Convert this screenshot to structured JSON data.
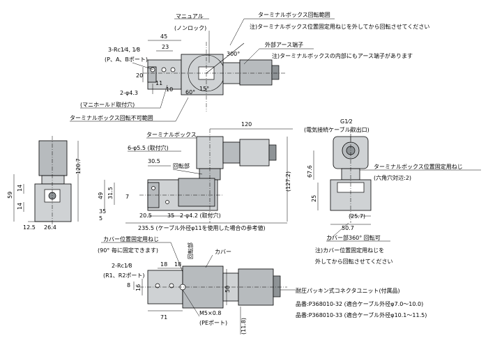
{
  "top_view": {
    "manual_label": "マニュアル",
    "manual_note": "(ノンロック)",
    "rotation_range_label": "ターミナルボックス回転範囲",
    "rotation_note": "注)ターミナルボックス位置固定用ねじを外してから回転させてください",
    "earth_label": "外部アース端子",
    "earth_note": "注)ターミナルボックスの内部にもアース端子があります",
    "port_label_1": "3-Rc1⁄4, 1⁄8",
    "port_label_2": "(P、A、Bポート)",
    "manifold_label_1": "2-φ4.3",
    "manifold_label_2": "(マニホールド取付穴)",
    "no_rotation_label": "ターミナルボックス回転不可範囲",
    "dim_45": "45",
    "dim_23": "23",
    "dim_20": "20",
    "dim_11": "11",
    "dim_10": "10",
    "angle_300": "300°",
    "angle_60": "60°",
    "angle_15": "15°"
  },
  "front_view": {
    "terminal_box_label": "ターミナルボックス",
    "mount_holes_label": "6-φ5.5 (取付穴)",
    "rotating_part_label": "回転部",
    "holes_2_label": "2-φ4.2 (取付穴)",
    "reference_note": "235.5 (ケーブル外径φ11を使用した場合の参考値)",
    "dim_120": "120",
    "dim_30_5": "30.5",
    "dim_127_2": "(127.2)",
    "dim_49": "49",
    "dim_31_5": "31.5",
    "dim_7": "7",
    "dim_35": "35",
    "dim_5": "5",
    "dim_20_5": "20.5",
    "dim_35b": "35"
  },
  "left_view": {
    "dim_120_7": "120.7",
    "dim_59": "59",
    "dim_14a": "14",
    "dim_14b": "14",
    "dim_12_5": "12.5",
    "dim_26_4": "26.4"
  },
  "right_view": {
    "g_label": "G1⁄2",
    "cable_outlet_label": "(電気接続ケーブル取出口)",
    "screw_label": "ターミナルボックス位置固定用ねじ",
    "hex_label": "(六角穴対辺:2)",
    "cover_rotate_label": "カバー部360° 回転可",
    "cover_note_1": "注)カバー位置固定用ねじを",
    "cover_note_2": "外してから回転させてください",
    "dim_67_6": "67.6",
    "dim_25": "25",
    "dim_25_7": "(25.7)",
    "dim_50_7": "50.7"
  },
  "bottom_view": {
    "cover_screw_label": "カバー位置固定用ねじ",
    "cover_screw_note": "(90° 毎に固定できます)",
    "rotating_part_label": "回転部",
    "cover_label": "カバー",
    "port_label_1": "2-Rc1⁄8",
    "port_label_2": "(R1、R2ポート)",
    "m5_label": "M5×0.8",
    "pe_label": "(PEポート)",
    "connector_label": "耐圧パッキン式コネクタユニット(付属品)",
    "part_1": "品番:P368010-32 (適合ケーブル外径φ7.0〜10.0)",
    "part_2": "品番:P368010-33 (適合ケーブル外径φ10.1〜11.5)",
    "dim_18a": "18",
    "dim_18b": "18",
    "dim_8": "8",
    "dim_16": "16",
    "dim_50": "50",
    "dim_71": "71",
    "dim_11_8": "(11.8)"
  }
}
